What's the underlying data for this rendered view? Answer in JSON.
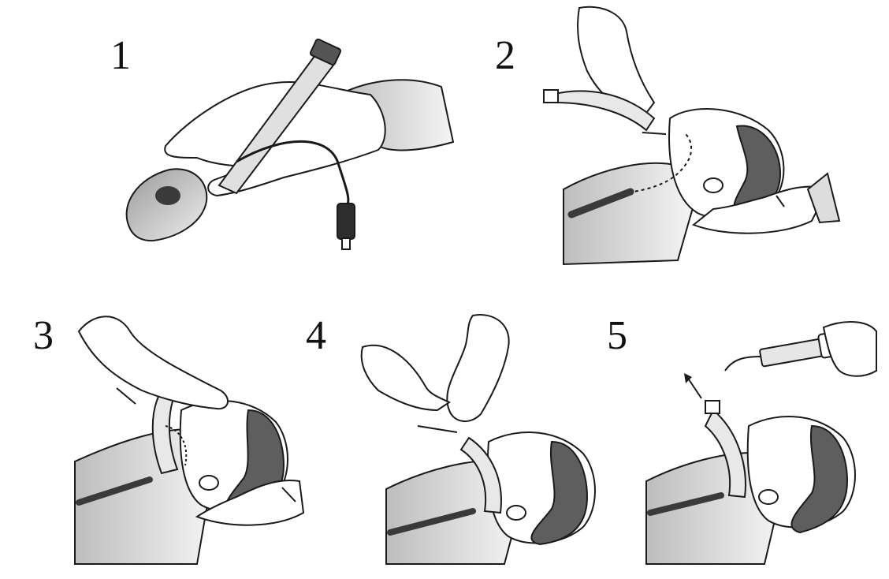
{
  "figure": {
    "steps": [
      {
        "number": "1",
        "description_icon": "hand-holding-lma-icon"
      },
      {
        "number": "2",
        "description_icon": "lma-insertion-start-icon"
      },
      {
        "number": "3",
        "description_icon": "lma-advance-palate-icon"
      },
      {
        "number": "4",
        "description_icon": "lma-push-with-other-hand-icon"
      },
      {
        "number": "5",
        "description_icon": "lma-cuff-inflation-icon"
      }
    ]
  },
  "colors": {
    "line": "#1a1a1a",
    "skin": "#ffffff",
    "shade": "#cfcfcf",
    "hair": "#5e5e5e",
    "tube": "#e8e8e8",
    "dark_tube": "#3a3a3a"
  }
}
